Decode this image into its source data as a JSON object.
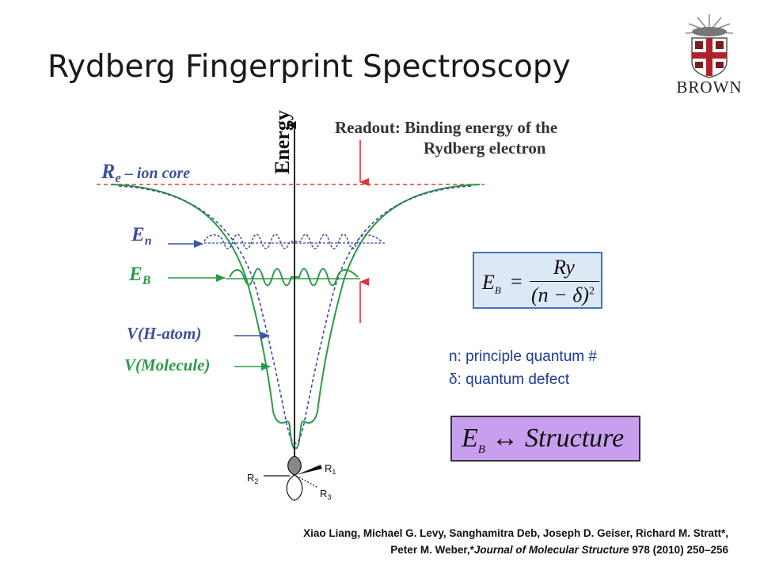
{
  "slide": {
    "title": "Rydberg Fingerprint Spectroscopy"
  },
  "logo": {
    "wordmark": "BROWN"
  },
  "diagram": {
    "axis_label": "Energy",
    "readout_line1": "Readout: Binding energy of the",
    "readout_line2": "Rydberg electron",
    "re_label_main": "R",
    "re_label_sub": "e",
    "re_label_rest": " – ion core",
    "en_label_main": "E",
    "en_label_sub": "n",
    "eb_label_main": "E",
    "eb_label_sub": "B",
    "vh_label": "V(H-atom)",
    "vm_label": "V(Molecule)",
    "r1": "R",
    "r1_sub": "1",
    "r2": "R",
    "r2_sub": "2",
    "r3": "R",
    "r3_sub": "3",
    "colors": {
      "dashed_ion": "#e0403a",
      "green": "#2b9a48",
      "blue_dashed": "#3d4f9a",
      "arrow_red": "#d8343a",
      "arrow_blue": "#3b55a6"
    }
  },
  "formula": {
    "lhs": "E",
    "lhs_sub": "B",
    "eq": "=",
    "numerator": "Ry",
    "denominator": "(n − δ)",
    "exponent": "2"
  },
  "definitions": {
    "n": "n: principle quantum #",
    "delta": "δ: quantum defect"
  },
  "structure": {
    "lhs": "E",
    "lhs_sub": "B",
    "arrow": "↔",
    "rhs": "Structure"
  },
  "citation": {
    "line1": "Xiao Liang, Michael G. Levy, Sanghamitra Deb, Joseph D. Geiser, Richard M. Stratt*,",
    "line2_prefix": "Peter M. Weber,*",
    "journal": "Journal of Molecular Structure",
    "line2_suffix": " 978 (2010) 250–256"
  }
}
